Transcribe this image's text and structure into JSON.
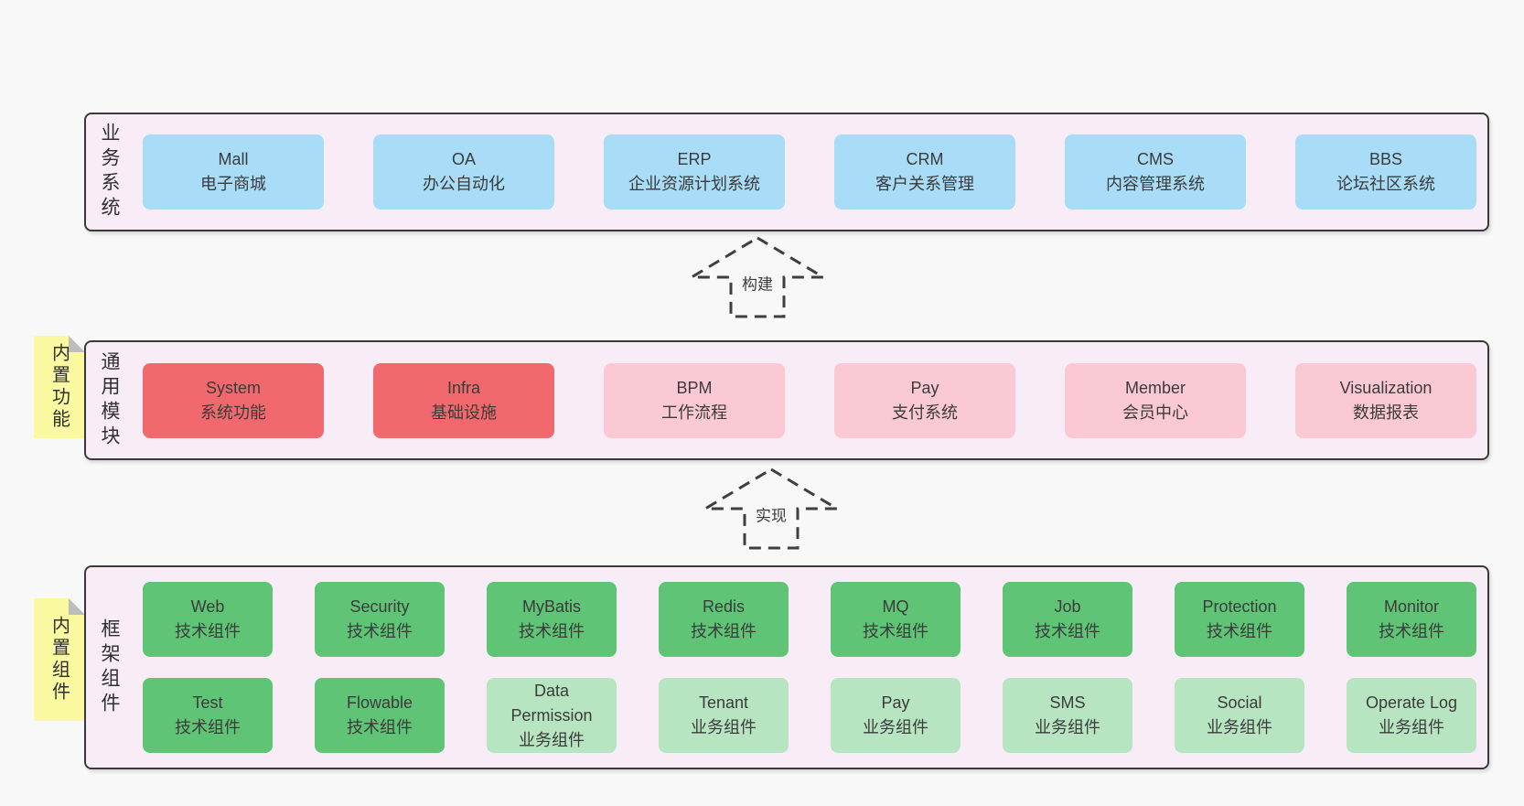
{
  "colors": {
    "page_bg": "#f8f8f8",
    "panel_bg": "#f8edf6",
    "panel_border": "#3a3a3a",
    "box_blue": "#a8dcf7",
    "box_red": "#f1696c",
    "box_pink": "#fbc9d3",
    "box_green_dark": "#5fc476",
    "box_green_light": "#b8e5c1",
    "sticky_yellow": "#fbfaa0",
    "text": "#3d3d3d"
  },
  "stickies": [
    {
      "text": "内置功能"
    },
    {
      "text": "内置组件"
    }
  ],
  "arrows": [
    {
      "label": "构建"
    },
    {
      "label": "实现"
    }
  ],
  "panels": [
    {
      "label": "业务系统",
      "boxes": [
        {
          "name": "Mall",
          "desc": "电子商城"
        },
        {
          "name": "OA",
          "desc": "办公自动化"
        },
        {
          "name": "ERP",
          "desc": "企业资源计划系统"
        },
        {
          "name": "CRM",
          "desc": "客户关系管理"
        },
        {
          "name": "CMS",
          "desc": "内容管理系统"
        },
        {
          "name": "BBS",
          "desc": "论坛社区系统"
        }
      ]
    },
    {
      "label": "通用模块",
      "boxes": [
        {
          "name": "System",
          "desc": "系统功能"
        },
        {
          "name": "Infra",
          "desc": "基础设施"
        },
        {
          "name": "BPM",
          "desc": "工作流程"
        },
        {
          "name": "Pay",
          "desc": "支付系统"
        },
        {
          "name": "Member",
          "desc": "会员中心"
        },
        {
          "name": "Visualization",
          "desc": "数据报表"
        }
      ]
    },
    {
      "label": "框架组件",
      "rows": [
        [
          {
            "name": "Web",
            "desc": "技术组件"
          },
          {
            "name": "Security",
            "desc": "技术组件"
          },
          {
            "name": "MyBatis",
            "desc": "技术组件"
          },
          {
            "name": "Redis",
            "desc": "技术组件"
          },
          {
            "name": "MQ",
            "desc": "技术组件"
          },
          {
            "name": "Job",
            "desc": "技术组件"
          },
          {
            "name": "Protection",
            "desc": "技术组件"
          },
          {
            "name": "Monitor",
            "desc": "技术组件"
          }
        ],
        [
          {
            "name": "Test",
            "desc": "技术组件"
          },
          {
            "name": "Flowable",
            "desc": "技术组件"
          },
          {
            "name": "Data Permission",
            "desc": "业务组件"
          },
          {
            "name": "Tenant",
            "desc": "业务组件"
          },
          {
            "name": "Pay",
            "desc": "业务组件"
          },
          {
            "name": "SMS",
            "desc": "业务组件"
          },
          {
            "name": "Social",
            "desc": "业务组件"
          },
          {
            "name": "Operate Log",
            "desc": "业务组件"
          }
        ]
      ]
    }
  ]
}
